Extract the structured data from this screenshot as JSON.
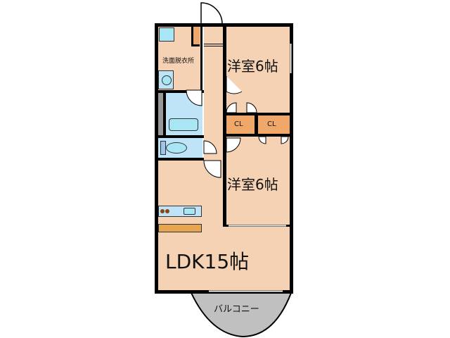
{
  "floorplan": {
    "rooms": {
      "washroom": {
        "label": "洗面脱衣所"
      },
      "western_room_1": {
        "label": "洋室6帖"
      },
      "western_room_2": {
        "label": "洋室6帖"
      },
      "closet_1": {
        "label": "CL"
      },
      "closet_2": {
        "label": "CL"
      },
      "ldk": {
        "label": "LDK15帖"
      },
      "balcony": {
        "label": "バルコニー"
      }
    },
    "colors": {
      "room_fill": "#f5d2b3",
      "wet_area_fill": "#bfe3f7",
      "fixture_fill": "#a8e6f5",
      "closet_fill": "#f0a86a",
      "counter_fill": "#e8a550",
      "balcony_fill": "#c0c0c0",
      "wall": "#000000"
    }
  }
}
